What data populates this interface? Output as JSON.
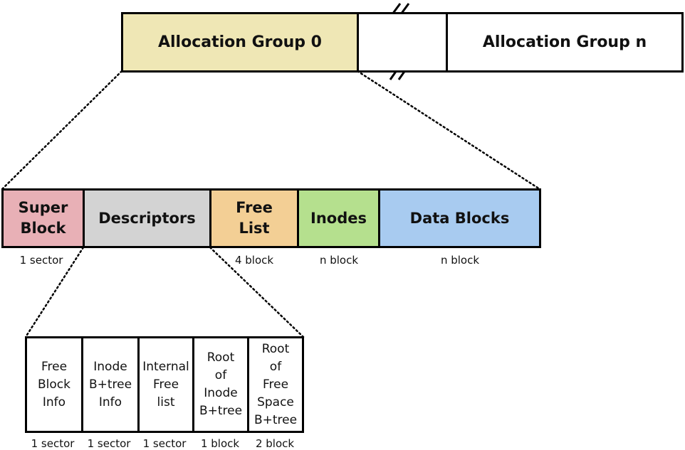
{
  "allocation_groups": {
    "first": {
      "label": "Allocation Group 0",
      "color": "#efe7b5"
    },
    "last": {
      "label": "Allocation Group n",
      "color": "#ffffff"
    }
  },
  "group_layout": [
    {
      "name": "super-block",
      "label": "Super\nBlock",
      "size": "1 sector",
      "color": "#e8b0b6"
    },
    {
      "name": "descriptors",
      "label": "Descriptors",
      "size": "",
      "color": "#d3d3d3"
    },
    {
      "name": "free-list",
      "label": "Free\nList",
      "size": "4 block",
      "color": "#f3cf95"
    },
    {
      "name": "inodes",
      "label": "Inodes",
      "size": "n block",
      "color": "#b5e08e"
    },
    {
      "name": "data-blocks",
      "label": "Data Blocks",
      "size": "n block",
      "color": "#a8cbf0"
    }
  ],
  "descriptor_parts": [
    {
      "name": "free-block-info",
      "label": "Free\nBlock\nInfo",
      "size": "1 sector"
    },
    {
      "name": "inode-btree-info",
      "label": "Inode\nB+tree\nInfo",
      "size": "1 sector"
    },
    {
      "name": "internal-free-list",
      "label": "Internal\nFree\nlist",
      "size": "1 sector"
    },
    {
      "name": "root-of-inode-btree",
      "label": "Root\nof\nInode\nB+tree",
      "size": "1 block"
    },
    {
      "name": "root-of-free-space-btree",
      "label": "Root\nof\nFree\nSpace\nB+tree",
      "size": "2 block"
    }
  ]
}
